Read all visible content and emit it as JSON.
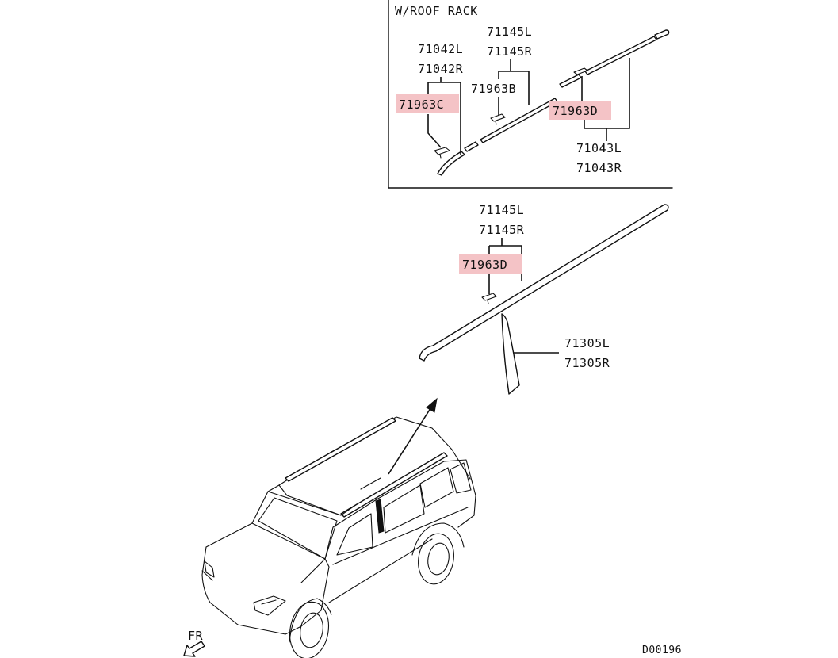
{
  "inset": {
    "title": "W/ROOF  RACK",
    "labels": {
      "p71042L": "71042L",
      "p71042R": "71042R",
      "p71963C": "71963C",
      "p71145L": "71145L",
      "p71145R": "71145R",
      "p71963B": "71963B",
      "p71963D": "71963D",
      "p71043L": "71043L",
      "p71043R": "71043R"
    }
  },
  "main": {
    "labels": {
      "p71145L": "71145L",
      "p71145R": "71145R",
      "p71963D": "71963D",
      "p71305L": "71305L",
      "p71305R": "71305R"
    }
  },
  "highlight_color": "#f4c3c6",
  "fr_label": "FR",
  "diagram_code": "D00196"
}
